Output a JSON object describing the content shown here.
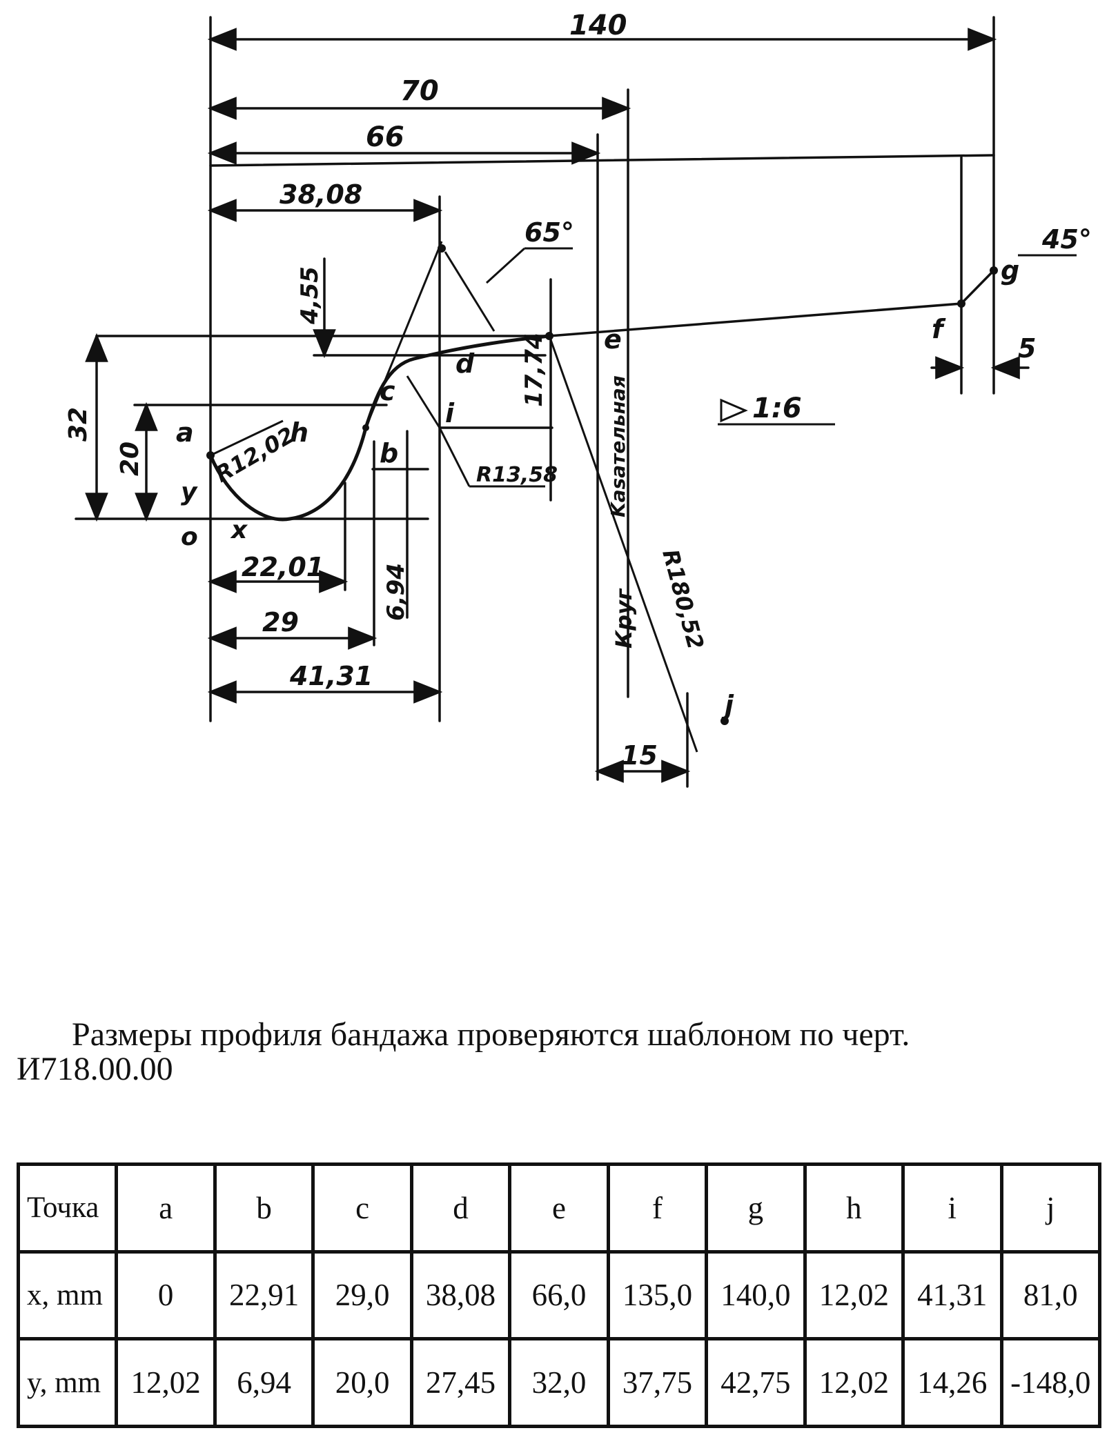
{
  "drawing": {
    "dimensions": {
      "overall": "140",
      "to_e_70": "70",
      "to_e_66": "66",
      "to_d": "38,08",
      "rise_d": "4,55",
      "angle_65": "65°",
      "height_32": "32",
      "height_20": "20",
      "to_b": "22,01",
      "to_c": "29",
      "to_i": "41,31",
      "rise_b": "6,94",
      "rise_e": "17,74",
      "radius_h": "R12,02",
      "radius_i": "R13,58",
      "radius_j": "R180,52",
      "offset_15": "15",
      "offset_5": "5",
      "angle_45": "45°",
      "taper": "1:6"
    },
    "point_labels": {
      "a": "a",
      "b": "b",
      "c": "c",
      "d": "d",
      "e": "e",
      "f": "f",
      "g": "g",
      "h": "h",
      "i": "i",
      "j": "j",
      "o": "o",
      "x": "x",
      "y": "y"
    },
    "texts": {
      "tangent": "Kasательная",
      "circle": "Круг"
    }
  },
  "note": {
    "line1": "Размеры профиля бандажа проверяются шаблоном по черт.",
    "line2": "И718.00.00"
  },
  "table": {
    "headers": [
      "Точка",
      "a",
      "b",
      "c",
      "d",
      "e",
      "f",
      "g",
      "h",
      "i",
      "j"
    ],
    "rows": [
      {
        "label": "x, mm",
        "values": [
          "0",
          "22,91",
          "29,0",
          "38,08",
          "66,0",
          "135,0",
          "140,0",
          "12,02",
          "41,31",
          "81,0"
        ]
      },
      {
        "label": "y, mm",
        "values": [
          "12,02",
          "6,94",
          "20,0",
          "27,45",
          "32,0",
          "37,75",
          "42,75",
          "12,02",
          "14,26",
          "-148,0"
        ]
      }
    ]
  }
}
